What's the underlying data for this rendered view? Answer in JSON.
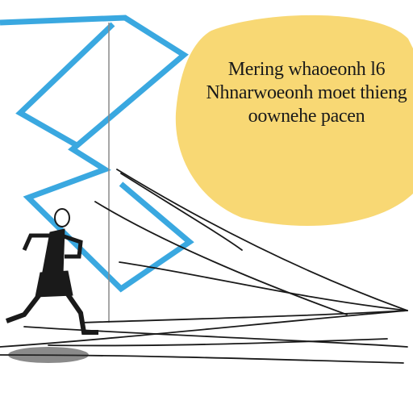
{
  "speech_bubble": {
    "lines": [
      "Mering whaoeonh l6",
      "Nhnarwoeonh moet thieng",
      "oownehe pacen"
    ]
  },
  "colors": {
    "zigzag": "#3aa8e0",
    "bubble": "#f8d874",
    "ink": "#1a1a1a",
    "background": "#ffffff"
  },
  "icons": {
    "figure": "runner-figure"
  }
}
